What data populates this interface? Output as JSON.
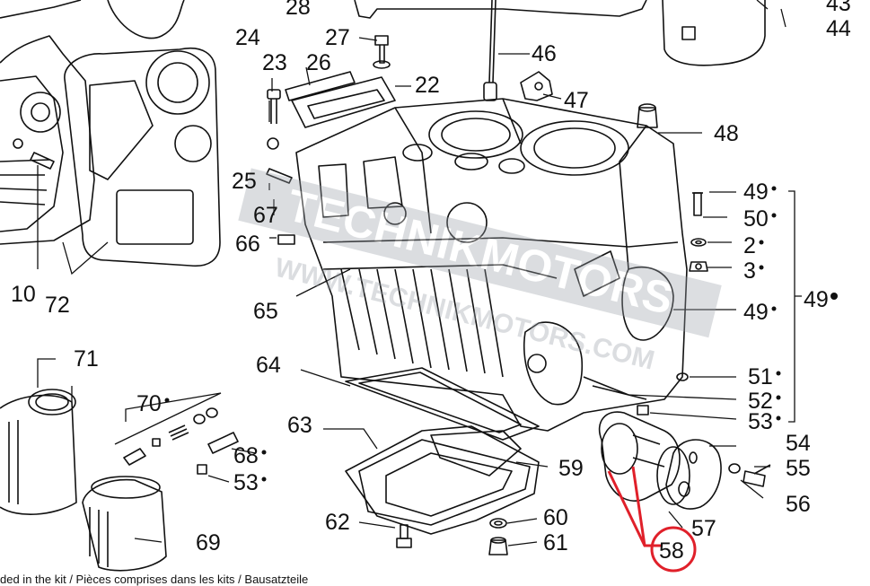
{
  "diagram": {
    "callouts": [
      {
        "id": "c43",
        "text": "43",
        "dot": false
      },
      {
        "id": "c44",
        "text": "44",
        "dot": false
      },
      {
        "id": "c28",
        "text": "28",
        "dot": false
      },
      {
        "id": "c24",
        "text": "24",
        "dot": false
      },
      {
        "id": "c27",
        "text": "27",
        "dot": false
      },
      {
        "id": "c46",
        "text": "46",
        "dot": false
      },
      {
        "id": "c23",
        "text": "23",
        "dot": false
      },
      {
        "id": "c26",
        "text": "26",
        "dot": false
      },
      {
        "id": "c22",
        "text": "22",
        "dot": false
      },
      {
        "id": "c47",
        "text": "47",
        "dot": false
      },
      {
        "id": "c48",
        "text": "48",
        "dot": false
      },
      {
        "id": "c25",
        "text": "25",
        "dot": false
      },
      {
        "id": "c49a",
        "text": "49",
        "dot": true
      },
      {
        "id": "c67",
        "text": "67",
        "dot": false
      },
      {
        "id": "c50",
        "text": "50",
        "dot": true
      },
      {
        "id": "c66",
        "text": "66",
        "dot": false
      },
      {
        "id": "c2",
        "text": "2",
        "dot": true
      },
      {
        "id": "c3",
        "text": "3",
        "dot": true
      },
      {
        "id": "c10",
        "text": "10",
        "dot": false
      },
      {
        "id": "c72",
        "text": "72",
        "dot": false
      },
      {
        "id": "c49b",
        "text": "49",
        "dot": true
      },
      {
        "id": "c49c",
        "text": "49",
        "dot": true
      },
      {
        "id": "c65",
        "text": "65",
        "dot": false
      },
      {
        "id": "c71",
        "text": "71",
        "dot": false
      },
      {
        "id": "c64",
        "text": "64",
        "dot": false
      },
      {
        "id": "c51",
        "text": "51",
        "dot": true
      },
      {
        "id": "c70",
        "text": "70",
        "dot": true
      },
      {
        "id": "c52",
        "text": "52",
        "dot": true
      },
      {
        "id": "c53a",
        "text": "53",
        "dot": true
      },
      {
        "id": "c63",
        "text": "63",
        "dot": false
      },
      {
        "id": "c54",
        "text": "54",
        "dot": false
      },
      {
        "id": "c68",
        "text": "68",
        "dot": true
      },
      {
        "id": "c59",
        "text": "59",
        "dot": false
      },
      {
        "id": "c55",
        "text": "55",
        "dot": false
      },
      {
        "id": "c53b",
        "text": "53",
        "dot": true
      },
      {
        "id": "c56",
        "text": "56",
        "dot": false
      },
      {
        "id": "c62",
        "text": "62",
        "dot": false
      },
      {
        "id": "c60",
        "text": "60",
        "dot": false
      },
      {
        "id": "c57",
        "text": "57",
        "dot": false
      },
      {
        "id": "c69",
        "text": "69",
        "dot": false
      },
      {
        "id": "c61",
        "text": "61",
        "dot": false
      },
      {
        "id": "c58",
        "text": "58",
        "dot": false
      }
    ],
    "highlight_color": "#e0202a",
    "watermark_main": "TECHNIKMOTORS",
    "watermark_url": "WWW.TECHNIKMOTORS.COM",
    "footer_text": "ded in the kit / Pièces comprises dans les kits / Bausatzteile"
  }
}
